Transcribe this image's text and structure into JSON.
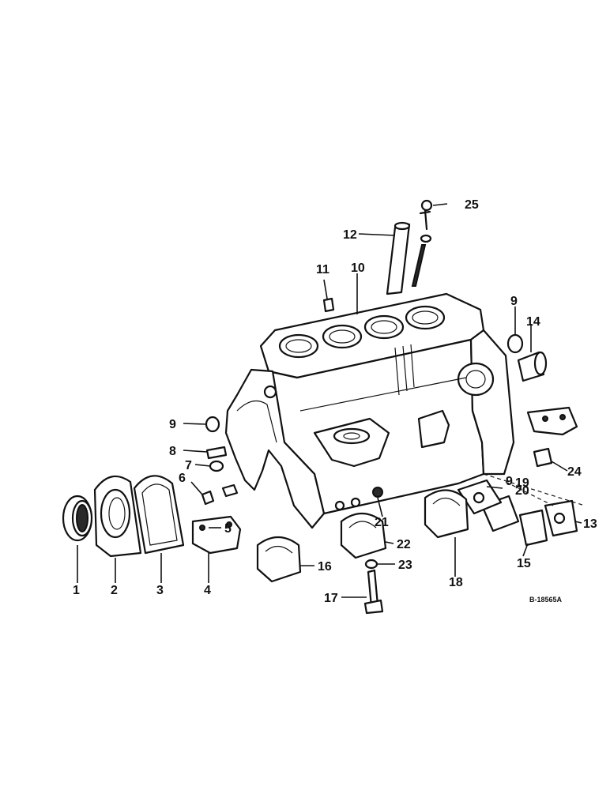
{
  "figure": {
    "drawing_number": "B-18565A",
    "callouts": [
      "1",
      "2",
      "3",
      "4",
      "5",
      "6",
      "7",
      "8",
      "9",
      "9",
      "9",
      "10",
      "11",
      "12",
      "13",
      "14",
      "15",
      "16",
      "17",
      "18",
      "19",
      "20",
      "21",
      "22",
      "23",
      "24",
      "25"
    ]
  },
  "colors": {
    "ink": "#111111",
    "paper": "#ffffff"
  },
  "parts": [
    {
      "name": "rear-oil-seal"
    },
    {
      "name": "rear-seal-retainer"
    },
    {
      "name": "retainer-gasket"
    },
    {
      "name": "rear-main-bearing-cap"
    },
    {
      "name": "dowel-pin"
    },
    {
      "name": "cylinder-block"
    },
    {
      "name": "dipstick-tube"
    },
    {
      "name": "oil-dipstick"
    }
  ]
}
